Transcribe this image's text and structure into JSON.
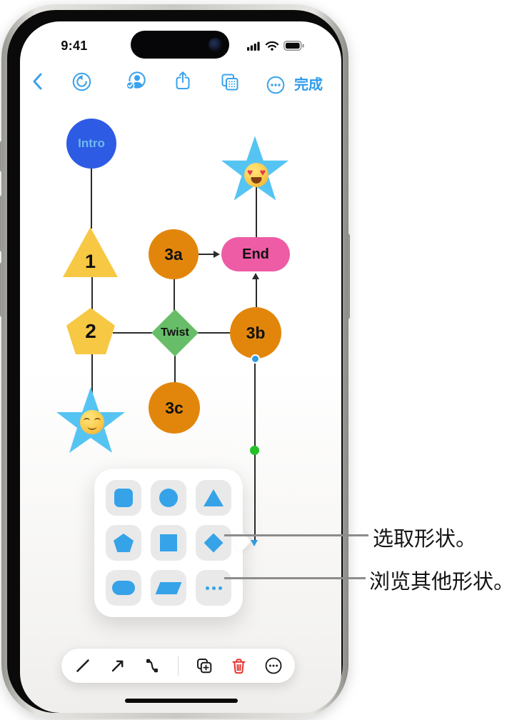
{
  "status_bar": {
    "time": "9:41"
  },
  "nav_bar": {
    "done_label": "完成",
    "icons": [
      "back",
      "undo",
      "collaborate",
      "share",
      "boards",
      "more"
    ]
  },
  "canvas": {
    "nodes": {
      "intro": {
        "label": "Intro",
        "shape": "circle",
        "color": "#2e5be3",
        "text_color": "#6fb9f0"
      },
      "star_top": {
        "label": "",
        "shape": "star",
        "emoji": "heart-eyes",
        "color": "#56c4f2"
      },
      "step1": {
        "label": "1",
        "shape": "triangle",
        "color": "#f6c844"
      },
      "step2": {
        "label": "2",
        "shape": "pentagon",
        "color": "#f6c844"
      },
      "step3a": {
        "label": "3a",
        "shape": "circle",
        "color": "#e2860b"
      },
      "step3b": {
        "label": "3b",
        "shape": "circle",
        "color": "#e2860b"
      },
      "step3c": {
        "label": "3c",
        "shape": "circle",
        "color": "#e2860b"
      },
      "twist": {
        "label": "Twist",
        "shape": "diamond",
        "color": "#68bd68"
      },
      "end": {
        "label": "End",
        "shape": "rounded-rectangle",
        "color": "#ed5ca4"
      },
      "star_bottom": {
        "label": "",
        "shape": "star",
        "emoji": "smiling-relieved",
        "color": "#56c4f2"
      }
    },
    "connections": [
      {
        "from": "intro",
        "to": "step1",
        "arrow": false
      },
      {
        "from": "step1",
        "to": "step2",
        "arrow": false
      },
      {
        "from": "step2",
        "to": "star_bottom",
        "arrow": false
      },
      {
        "from": "step2",
        "to": "twist",
        "arrow": false
      },
      {
        "from": "step3a",
        "to": "twist",
        "arrow": false
      },
      {
        "from": "twist",
        "to": "step3c",
        "arrow": false
      },
      {
        "from": "twist",
        "to": "step3b",
        "arrow": false
      },
      {
        "from": "step3a",
        "to": "end",
        "arrow": true
      },
      {
        "from": "step3b",
        "to": "end",
        "arrow": true
      },
      {
        "from": "end",
        "to": "star_top",
        "arrow": false
      }
    ],
    "selected_connector": {
      "from": "step3b",
      "endpoint_color": "#2f9be0",
      "midpoint_color": "#23c126"
    }
  },
  "shape_picker": {
    "accent_color": "#36a3e8",
    "shapes": [
      "rounded-square",
      "circle",
      "triangle",
      "pentagon",
      "square",
      "diamond",
      "pill",
      "parallelogram",
      "more-shapes"
    ]
  },
  "callouts": [
    {
      "text": "选取形状。"
    },
    {
      "text": "浏览其他形状。"
    }
  ],
  "bottom_toolbar": {
    "icons": [
      "line",
      "arrow",
      "curved-connector",
      "duplicate",
      "delete",
      "more"
    ],
    "delete_color": "#e3342f"
  }
}
